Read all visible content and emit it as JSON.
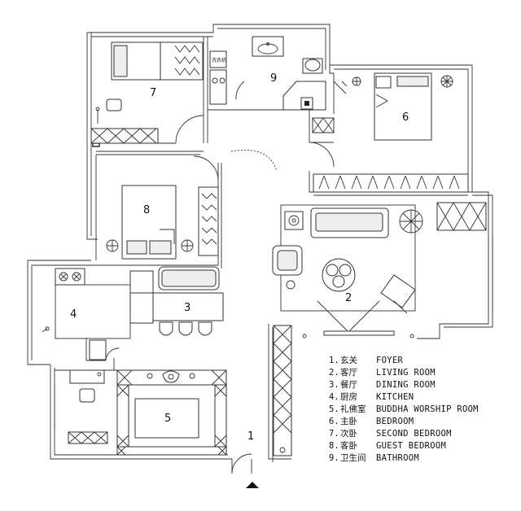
{
  "rooms": [
    {
      "number": "1",
      "zh": "玄关",
      "en": "FOYER"
    },
    {
      "number": "2",
      "zh": "客厅",
      "en": "LIVING ROOM"
    },
    {
      "number": "3",
      "zh": "餐厅",
      "en": "DINING ROOM"
    },
    {
      "number": "4",
      "zh": "厨房",
      "en": "KITCHEN"
    },
    {
      "number": "5",
      "zh": "礼佛室",
      "en": "BUDDHA WORSHIP ROOM"
    },
    {
      "number": "6",
      "zh": "主卧",
      "en": "BEDROOM"
    },
    {
      "number": "7",
      "zh": "次卧",
      "en": "SECOND BEDROOM"
    },
    {
      "number": "8",
      "zh": "客卧",
      "en": "GUEST BEDROOM"
    },
    {
      "number": "9",
      "zh": "卫生间",
      "en": "BATHROOM"
    }
  ],
  "legend": [
    {
      "num": "1.",
      "zh": "玄关",
      "en": "FOYER"
    },
    {
      "num": "2.",
      "zh": "客厅",
      "en": "LIVING ROOM"
    },
    {
      "num": "3.",
      "zh": "餐厅",
      "en": "DINING ROOM"
    },
    {
      "num": "4.",
      "zh": "厨房",
      "en": "KITCHEN"
    },
    {
      "num": "5.",
      "zh": "礼佛室",
      "en": "BUDDHA WORSHIP ROOM"
    },
    {
      "num": "6.",
      "zh": "主卧",
      "en": "BEDROOM"
    },
    {
      "num": "7.",
      "zh": "次卧",
      "en": "SECOND BEDROOM"
    },
    {
      "num": "8.",
      "zh": "客卧",
      "en": "GUEST BEDROOM"
    },
    {
      "num": "9.",
      "zh": "卫生间",
      "en": "BATHROOM"
    }
  ],
  "fixtures": {
    "washer_label": "洗衣机"
  },
  "colors": {
    "wall": "#222222",
    "background": "#ffffff",
    "furniture_fill": "#eeeeee"
  }
}
